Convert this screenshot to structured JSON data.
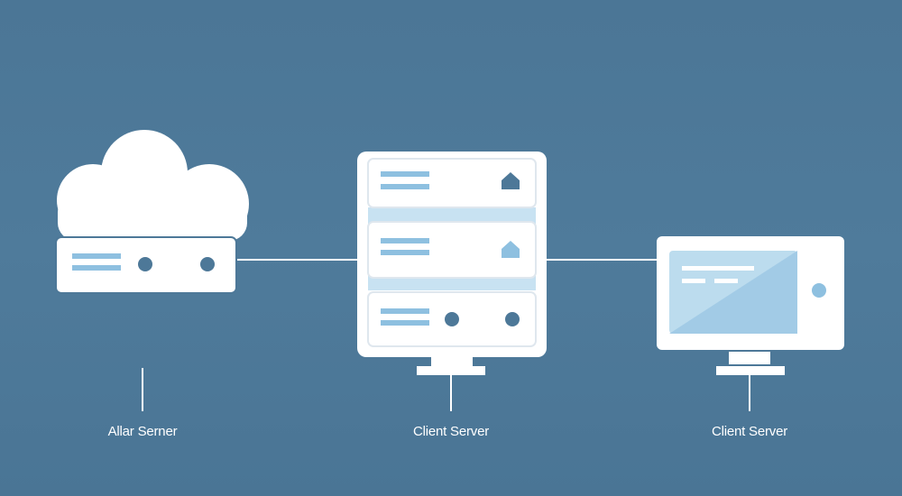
{
  "labels": {
    "left": "Allar Serner",
    "middle": "Client Server",
    "right": "Client Server"
  },
  "colors": {
    "background": "#4d7898",
    "device": "#ffffff",
    "accent": "#8ec0e0",
    "accent_light": "#c8e2f2",
    "line": "#ffffff"
  },
  "icons": {
    "cloud": "cloud-icon",
    "server_unit": "server-unit-icon",
    "server_rack": "server-rack-icon",
    "monitor": "monitor-icon",
    "home": "home-icon"
  }
}
